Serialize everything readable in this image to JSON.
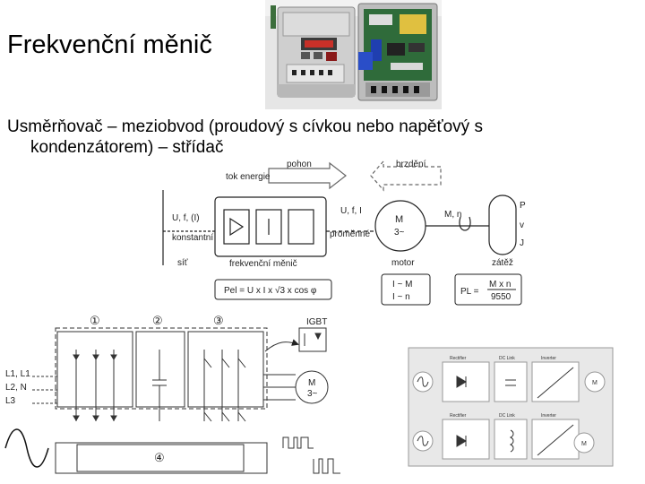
{
  "slide": {
    "title": "Frekvenční měnič",
    "body_line1": "Usměrňovač – meziobvod (proudový s cívkou nebo napěťový s",
    "body_line2": "kondenzátorem) – střídač"
  },
  "diagram_top": {
    "arrow_pohon": "pohon",
    "arrow_brzdeni": "brzdění",
    "label_tok_energie": "tok energie",
    "label_ufi": "U, f, (I)",
    "label_konstantni": "konstantní",
    "label_sit": "síť",
    "label_frekvencni_menic": "frekvenční měnič",
    "label_ufi_out": "U, f, I",
    "label_promenne": "proměnné",
    "motor_m": "M",
    "motor_3": "3~",
    "label_mn": "M, n",
    "label_motor": "motor",
    "label_zatez": "zátěž",
    "load_p": "P",
    "load_v": "v",
    "load_j": "J",
    "formula_pel": "Pel = U x I x √3 x cos φ",
    "formula_im": "I ~ M",
    "formula_in": "I ~ n",
    "formula_pl": "PL =",
    "formula_mxn": "M x n",
    "formula_9550": "9550"
  },
  "diagram_bottom": {
    "block_1": "①",
    "block_2": "②",
    "block_3": "③",
    "block_4": "④",
    "igbt": "IGBT",
    "input_l1": "L1, L1",
    "input_l2": "L2, N",
    "input_l3": "L3",
    "motor_m": "M",
    "motor_3": "3~"
  },
  "diagram_right": {
    "row1_rectifier": "Rectifier",
    "row1_dclink": "DC Link",
    "row1_inverter": "Inverter",
    "row1_motor": "M",
    "row2_rectifier": "Rectifier",
    "row2_dclink": "DC Link",
    "row2_inverter": "Inverter",
    "row2_motor": "M"
  }
}
